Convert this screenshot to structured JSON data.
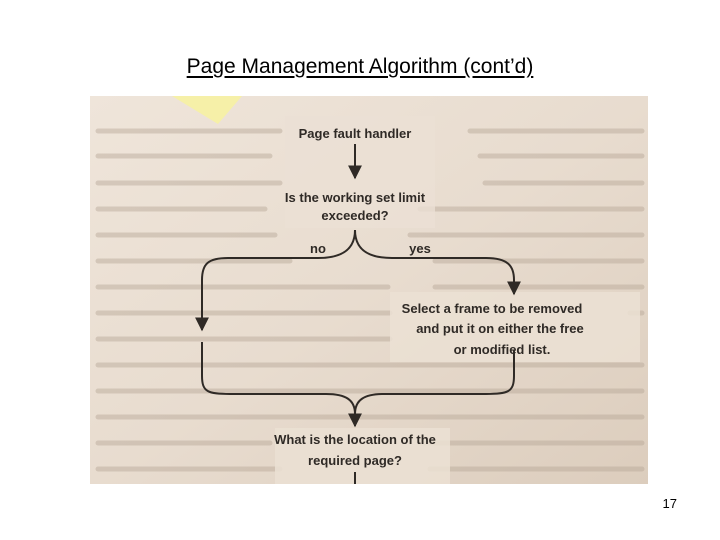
{
  "slide": {
    "title": "Page Management Algorithm (cont’d)",
    "page_number": "17"
  },
  "flowchart": {
    "nodes": [
      {
        "id": "handler",
        "lines": [
          "Page fault handler"
        ]
      },
      {
        "id": "decision",
        "lines": [
          "Is the working set limit",
          "exceeded?"
        ]
      },
      {
        "id": "select",
        "lines": [
          "Select a frame to be removed",
          "and put it on either the free",
          "or modified list."
        ]
      },
      {
        "id": "location",
        "lines": [
          "What is the location of the",
          "required page?"
        ]
      }
    ],
    "branch_labels": {
      "no": "no",
      "yes": "yes"
    }
  },
  "colors": {
    "paper": "#e9ddd0",
    "ink": "#2f2a26",
    "sticky_note": "#f6f0a8"
  }
}
